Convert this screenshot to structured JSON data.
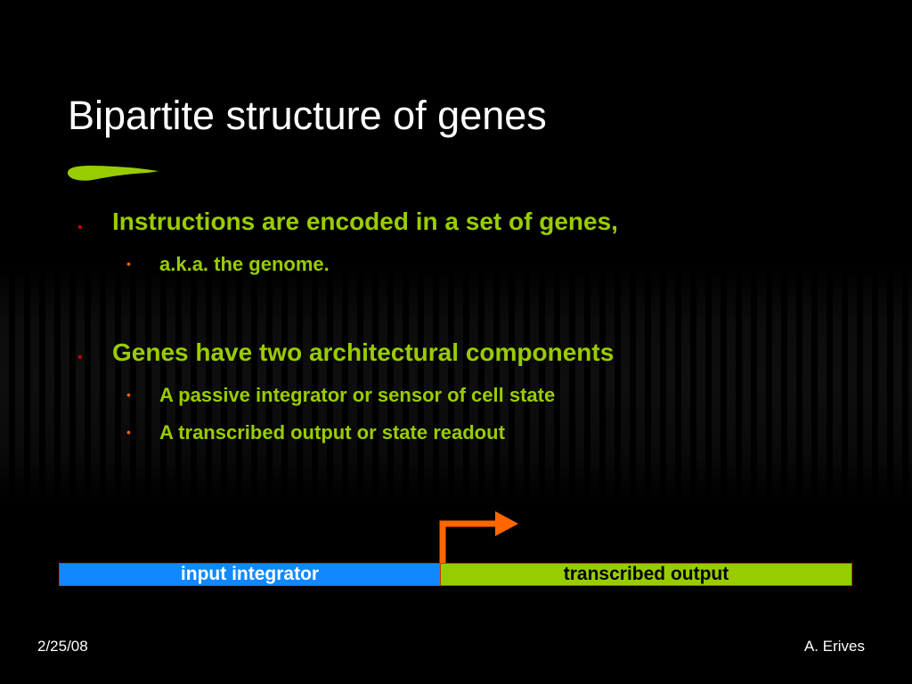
{
  "slide": {
    "title": "Bipartite structure of genes",
    "bullets": [
      {
        "text": "Instructions are encoded in a set of genes,",
        "sub": [
          "a.k.a. the genome."
        ]
      },
      {
        "text": "Genes have two architectural components",
        "sub": [
          "A passive integrator or sensor of cell state",
          "A transcribed output or state readout"
        ]
      }
    ],
    "bullet_glyph": "•"
  },
  "diagram": {
    "input_label": "input integrator",
    "output_label": "transcribed output"
  },
  "footer": {
    "date": "2/25/08",
    "author": "A. Erives"
  },
  "colors": {
    "title": "#ffffff",
    "bullet_text": "#99cc00",
    "input_segment": "#1188ff",
    "output_segment": "#99cc00",
    "arrow": "#ff6600",
    "main_bullet_dot": "#cc0000",
    "sub_bullet_dot": "#ff6600"
  }
}
